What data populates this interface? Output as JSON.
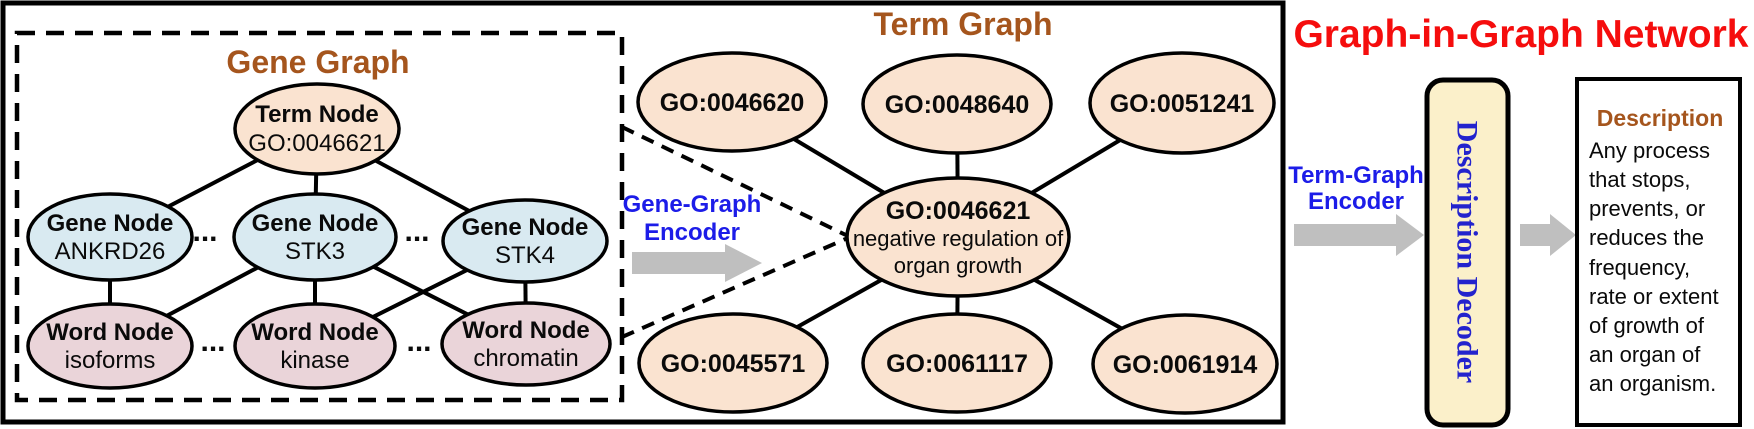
{
  "titles": {
    "gene_graph": "Gene Graph",
    "term_graph": "Term Graph",
    "network": "Graph-in-Graph Network"
  },
  "gene_graph": {
    "ellipsis": "...",
    "term_node": {
      "label": "Term Node",
      "value": "GO:0046621"
    },
    "gene_nodes": [
      {
        "label": "Gene Node",
        "value": "ANKRD26"
      },
      {
        "label": "Gene Node",
        "value": "STK3"
      },
      {
        "label": "Gene Node",
        "value": "STK4"
      }
    ],
    "word_nodes": [
      {
        "label": "Word Node",
        "value": "isoforms"
      },
      {
        "label": "Word Node",
        "value": "kinase"
      },
      {
        "label": "Word Node",
        "value": "chromatin"
      }
    ]
  },
  "term_graph": {
    "top_nodes": [
      "GO:0046620",
      "GO:0048640",
      "GO:0051241"
    ],
    "center_node": {
      "id": "GO:0046621",
      "desc_line1": "negative regulation of",
      "desc_line2": "organ growth"
    },
    "bottom_nodes": [
      "GO:0045571",
      "GO:0061117",
      "GO:0061914"
    ]
  },
  "labels": {
    "gene_graph_encoder_line1": "Gene-Graph",
    "gene_graph_encoder_line2": "Encoder",
    "term_graph_encoder_line1": "Term-Graph",
    "term_graph_encoder_line2": "Encoder",
    "description_decoder": "Description Decoder"
  },
  "description_panel": {
    "title": "Description",
    "lines": [
      "Any process",
      "that stops,",
      "prevents, or",
      "reduces the",
      "frequency,",
      "rate or extent",
      "of growth of",
      "an organ of",
      "an organism."
    ]
  },
  "colors": {
    "term_node_fill": "#fae3d0",
    "gene_node_fill": "#d9eaf1",
    "word_node_fill": "#ead4d9",
    "decoder_box_fill": "#fbf0ca",
    "section_title": "#a5551d",
    "network_title": "#f50d0d",
    "encoder_label": "#1c1ce8",
    "decoder_label": "#2323cd",
    "arrow_gray": "#bfbfbf",
    "stroke_black": "#000000"
  }
}
